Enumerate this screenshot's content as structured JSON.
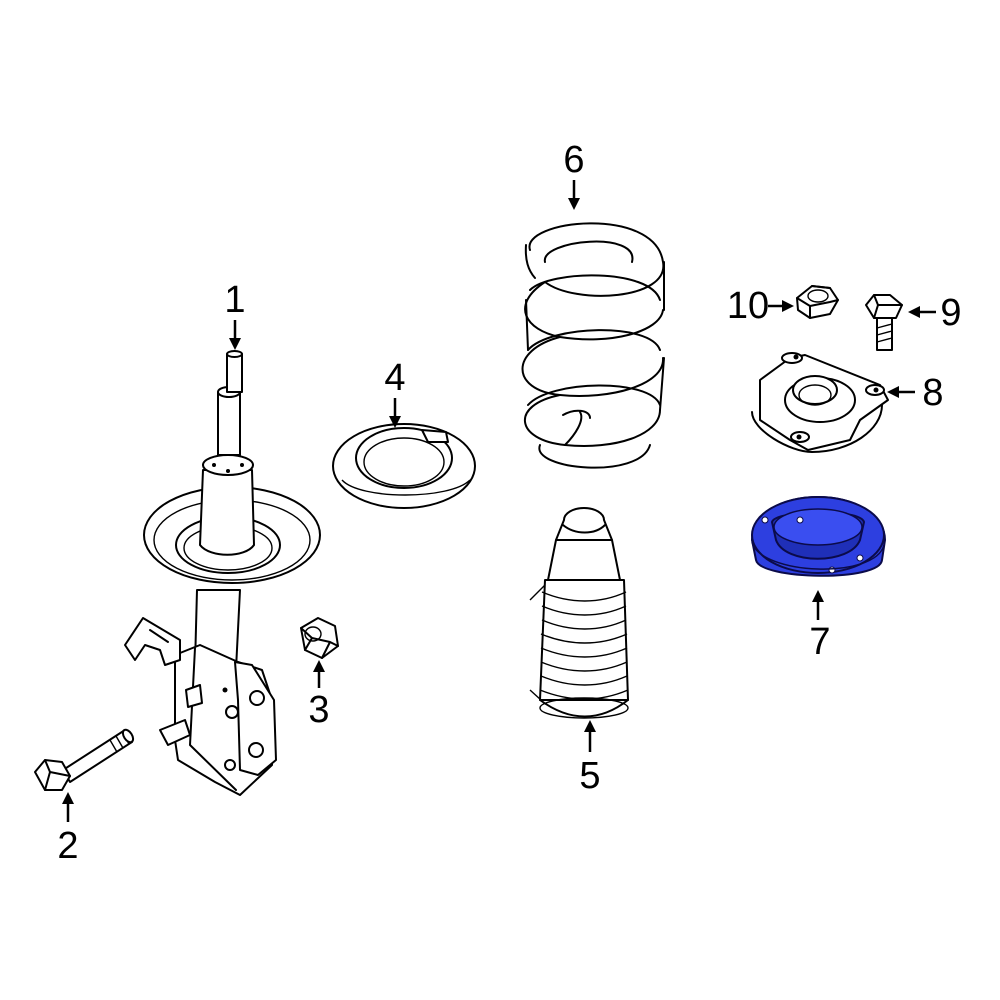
{
  "parts": [
    {
      "callout": "1",
      "component": "strut-assembly"
    },
    {
      "callout": "2",
      "component": "bolt"
    },
    {
      "callout": "3",
      "component": "nut"
    },
    {
      "callout": "4",
      "component": "lower-spring-seat"
    },
    {
      "callout": "5",
      "component": "dust-boot-bumper"
    },
    {
      "callout": "6",
      "component": "coil-spring"
    },
    {
      "callout": "7",
      "component": "upper-insulator"
    },
    {
      "callout": "8",
      "component": "strut-mount"
    },
    {
      "callout": "9",
      "component": "mount-bolt"
    },
    {
      "callout": "10",
      "component": "mount-nut"
    }
  ],
  "colors": {
    "highlight": "#2d3fe0",
    "line": "#000000",
    "background": "#ffffff"
  }
}
